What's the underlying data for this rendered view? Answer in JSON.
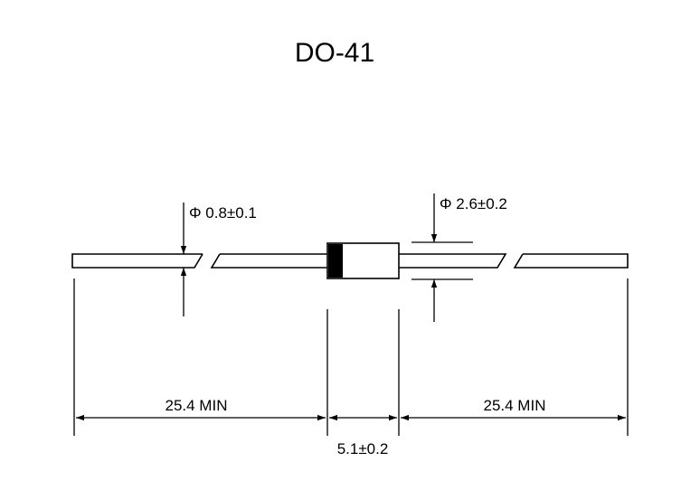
{
  "title": "DO-41",
  "dimensions": {
    "lead_diameter": "Φ 0.8±0.1",
    "body_diameter": "Φ 2.6±0.2",
    "left_lead_length": "25.4 MIN",
    "right_lead_length": "25.4 MIN",
    "body_length": "5.1±0.2"
  }
}
